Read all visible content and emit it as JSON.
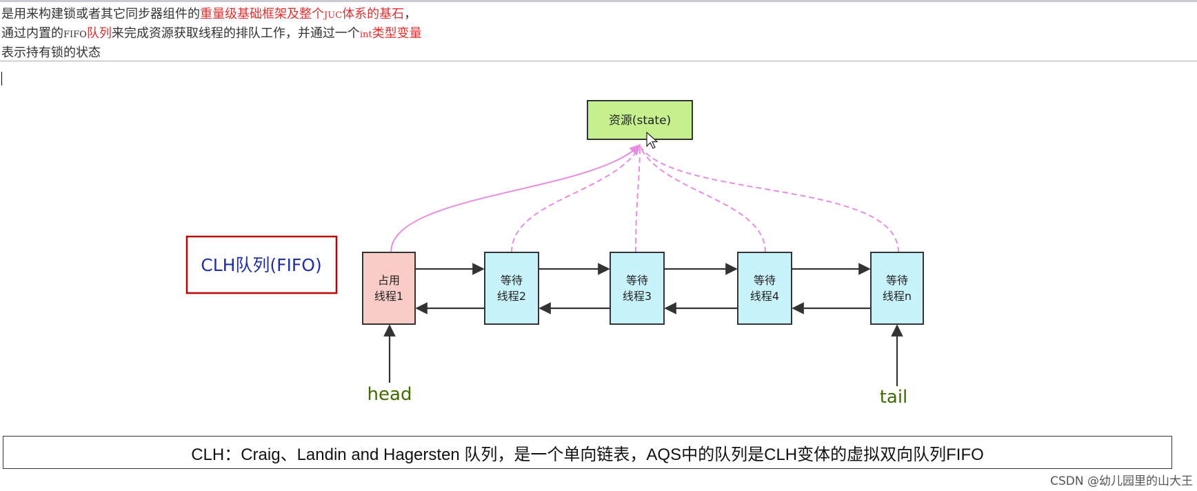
{
  "description": {
    "line1": {
      "prefix": "是用来构建锁或者其它同步器组件的",
      "highlight": "重量级基础框架及整个",
      "highlight_small": "JUC",
      "highlight_rest": "体系的基石",
      "suffix": "，"
    },
    "line2": {
      "prefix": "通过内置的",
      "small": "FIFO",
      "highlight": "队列",
      "middle": "来完成资源获取线程的排队工作，并通过一个",
      "highlight_small": "int",
      "highlight_rest": "类型变量"
    },
    "line3": "表示持有锁的状态"
  },
  "diagram": {
    "resource_label": "资源(state)",
    "clh_label": "CLH队列(FIFO)",
    "nodes": [
      {
        "line1": "占用",
        "line2": "线程1",
        "state": "holding"
      },
      {
        "line1": "等待",
        "line2": "线程2",
        "state": "waiting"
      },
      {
        "line1": "等待",
        "line2": "线程3",
        "state": "waiting"
      },
      {
        "line1": "等待",
        "line2": "线程4",
        "state": "waiting"
      },
      {
        "line1": "等待",
        "line2": "线程n",
        "state": "waiting"
      }
    ],
    "head_label": "head",
    "tail_label": "tail",
    "colors": {
      "resource_fill": "#c6ef8e",
      "holding_fill": "#f9ccc8",
      "waiting_fill": "#c9f3fb",
      "clh_border": "#c00000",
      "clh_text": "#1f2fa8",
      "pointer_text": "#3f6b00",
      "link_color": "#e78ce0"
    }
  },
  "footer": "CLH：Craig、Landin and Hagersten 队列，是一个单向链表，AQS中的队列是CLH变体的虚拟双向队列FIFO",
  "watermark": "CSDN @幼儿园里的山大王"
}
